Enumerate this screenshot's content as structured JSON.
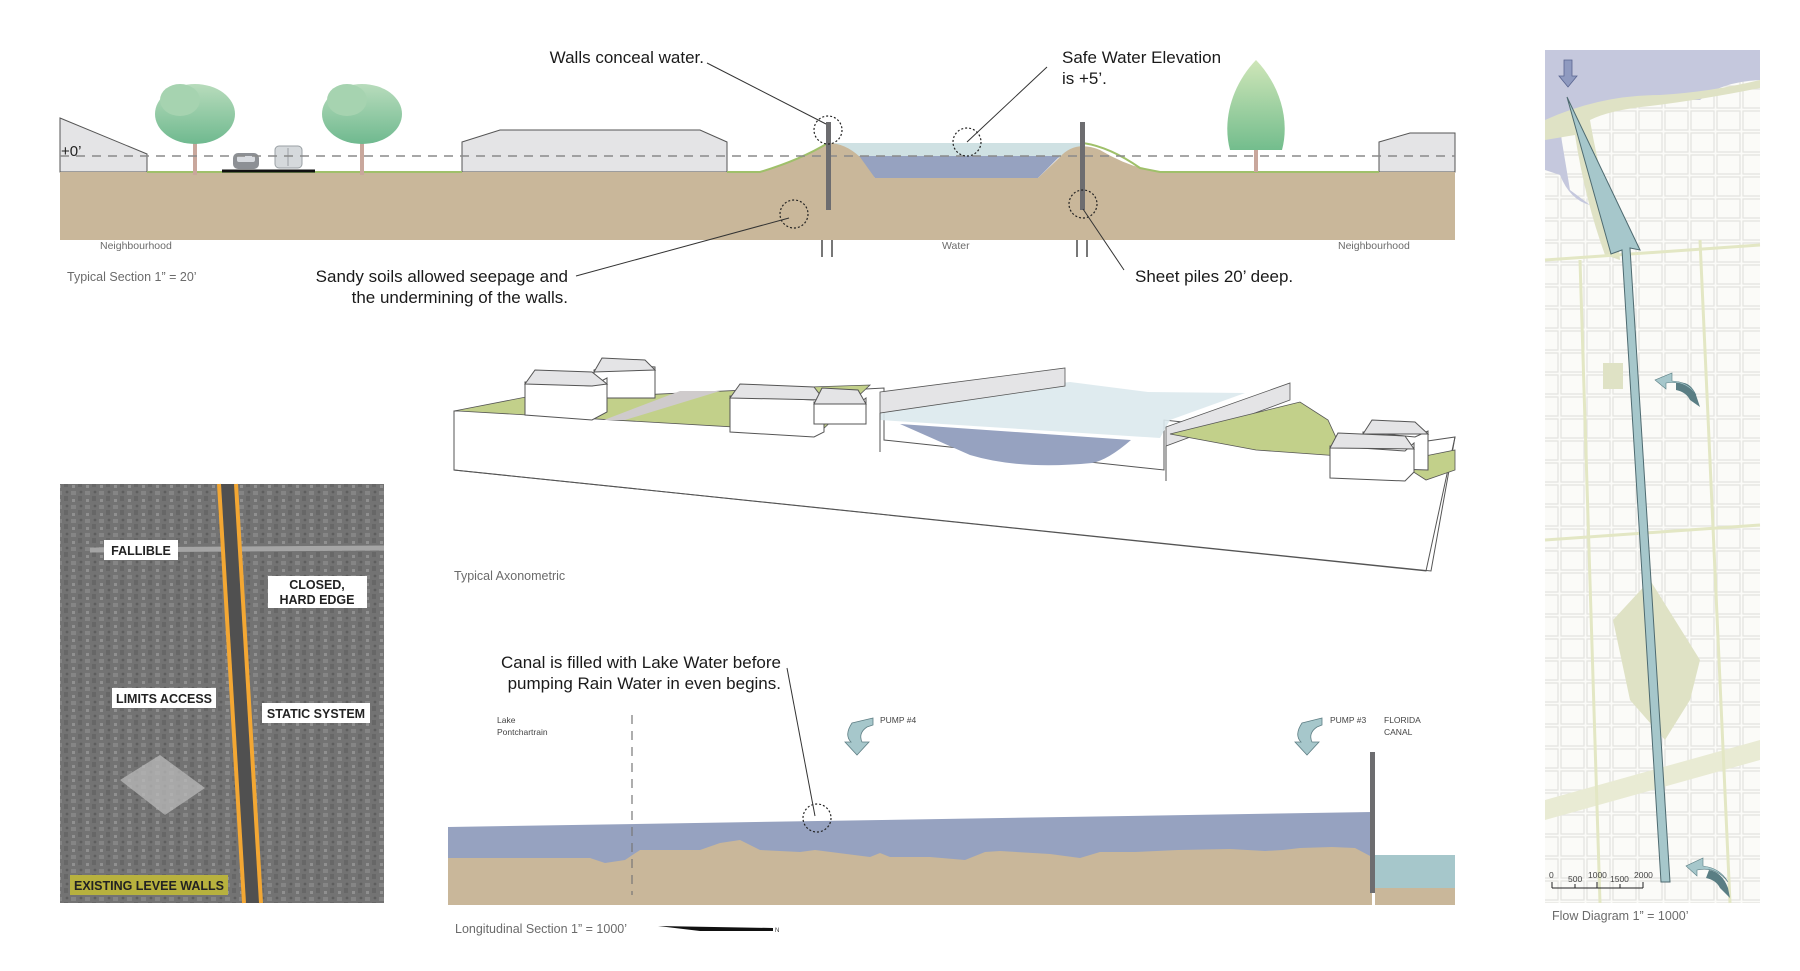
{
  "typical_section": {
    "caption": "Typical Section 1” = 20’",
    "datum_label": "+0’",
    "labels": {
      "neighbourhood_left": "Neighbourhood",
      "water": "Water",
      "neighbourhood_right": "Neighbourhood"
    },
    "callouts": {
      "walls_conceal": "Walls conceal water.",
      "safe_elevation_line1": "Safe Water Elevation",
      "safe_elevation_line2": "is +5’.",
      "sandy_soils_line1": "Sandy soils allowed seepage and",
      "sandy_soils_line2": "the undermining of the walls.",
      "sheet_piles": "Sheet piles 20’ deep."
    }
  },
  "axonometric": {
    "caption": "Typical Axonometric"
  },
  "aerial": {
    "labels": {
      "fallible": "FALLIBLE",
      "closed_line1": "CLOSED,",
      "closed_line2": "HARD EDGE",
      "limits_access": "LIMITS ACCESS",
      "static_system": "STATIC SYSTEM",
      "existing_levee": "EXISTING LEVEE WALLS"
    }
  },
  "longitudinal_section": {
    "caption": "Longitudinal Section 1” = 1000’",
    "north_label": "N",
    "callout_line1": "Canal is filled with Lake Water before",
    "callout_line2": "pumping Rain Water in even begins.",
    "lake_line1": "Lake",
    "lake_line2": "Pontchartrain",
    "pump4": "PUMP #4",
    "pump3": "PUMP #3",
    "florida_line1": "FLORIDA",
    "florida_line2": "CANAL"
  },
  "flow_diagram": {
    "caption": "Flow Diagram  1” = 1000’",
    "scale_ticks": [
      "0",
      "500",
      "1000",
      "1500",
      "2000"
    ]
  },
  "colors": {
    "soil": "#c9b79a",
    "water_deep": "#96a2c0",
    "water_light": "#cfe1e3",
    "canal_teal": "#a6c7cb",
    "grass": "#c2d08a",
    "building": "#e4e4e6",
    "wall": "#6d6d70",
    "levee_orange": "#f3a733",
    "label_olive": "#b7b13e"
  }
}
